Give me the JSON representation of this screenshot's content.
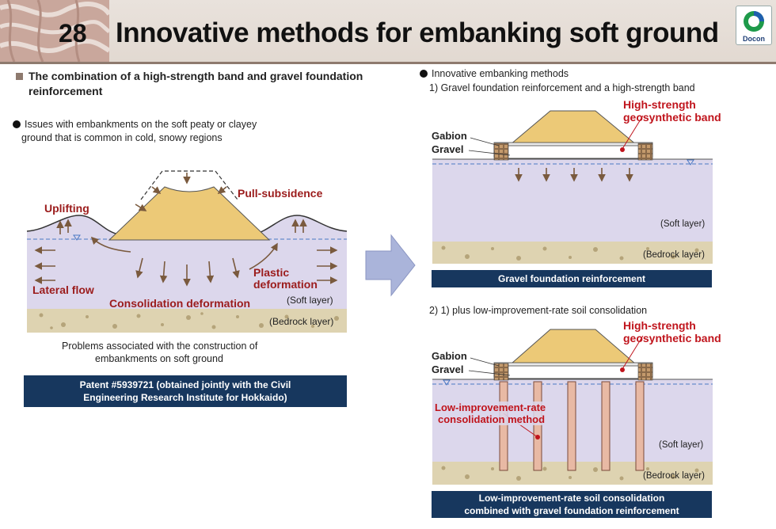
{
  "header": {
    "number": "28",
    "title": "Innovative methods for embanking soft ground",
    "logo_text": "Docon",
    "accent": "#8e7a6e"
  },
  "left": {
    "heading_line1": "The combination of a high-strength band and gravel foundation",
    "heading_line2": "reinforcement",
    "issues_line1": "Issues with embankments on the soft peaty or clayey",
    "issues_line2": "ground that is common in cold, snowy regions",
    "labels": {
      "uplifting": "Uplifting",
      "pull_subsidence": "Pull-subsidence",
      "lateral_flow": "Lateral flow",
      "plastic_deformation_1": "Plastic",
      "plastic_deformation_2": "deformation",
      "consolidation_deformation": "Consolidation deformation",
      "soft_layer": "(Soft layer)",
      "bedrock_layer": "(Bedrock layer)"
    },
    "caption_line1": "Problems associated with the construction of",
    "caption_line2": "embankments on soft ground",
    "patent_line1": "Patent #5939721 (obtained jointly with the Civil",
    "patent_line2": "Engineering Research Institute for Hokkaido)"
  },
  "right": {
    "section_title": "Innovative embanking methods",
    "method1": {
      "title": "1) Gravel foundation reinforcement and a high-strength band",
      "band_line1": "High-strength",
      "band_line2": "geosynthetic band",
      "gabion": "Gabion",
      "gravel": "Gravel",
      "soft_layer": "(Soft layer)",
      "bedrock_layer": "(Bedrock layer)",
      "bar": "Gravel foundation reinforcement"
    },
    "method2": {
      "title": "2) 1) plus low-improvement-rate soil consolidation",
      "band_line1": "High-strength",
      "band_line2": "geosynthetic band",
      "gabion": "Gabion",
      "gravel": "Gravel",
      "method_line1": "Low-improvement-rate",
      "method_line2": "consolidation method",
      "soft_layer": "(Soft layer)",
      "bedrock_layer": "(Bedrock layer)",
      "bar_line1": "Low-improvement-rate soil consolidation",
      "bar_line2": "combined with gravel foundation reinforcement"
    }
  },
  "colors": {
    "embankment": "#ecc977",
    "soft_layer": "#dcd7ec",
    "bedrock": "#ded3b1",
    "label_red": "#9b1c1c",
    "band_red": "#c0141c",
    "bar_blue": "#17375e",
    "arrow_brown": "#7a5a3e",
    "big_arrow": "#aab4da"
  }
}
